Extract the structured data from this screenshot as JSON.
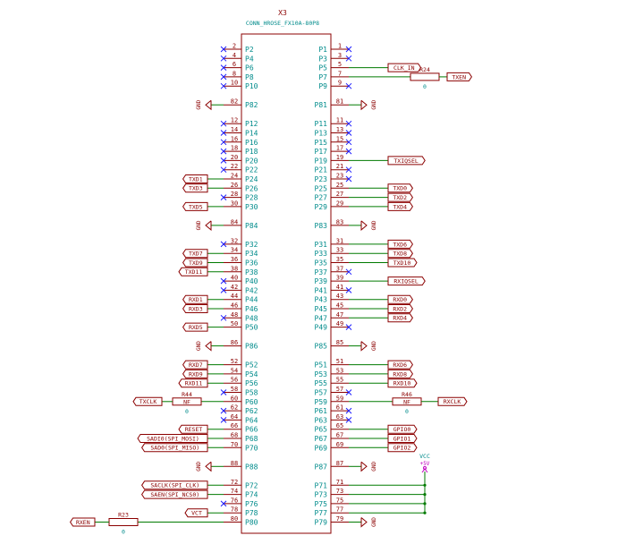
{
  "component": {
    "ref": "X3",
    "value": "CONN_HROSE_FX10A-80P8"
  },
  "left_pins": [
    {
      "num": "2",
      "name": "P2",
      "nc": true
    },
    {
      "num": "4",
      "name": "P4",
      "nc": true
    },
    {
      "num": "6",
      "name": "P6",
      "nc": true
    },
    {
      "num": "8",
      "name": "P8",
      "nc": true
    },
    {
      "num": "10",
      "name": "P10",
      "nc": true
    },
    {
      "num": "82",
      "name": "P82",
      "power": "GND"
    },
    {
      "num": "12",
      "name": "P12",
      "nc": true
    },
    {
      "num": "14",
      "name": "P14",
      "nc": true
    },
    {
      "num": "16",
      "name": "P16",
      "nc": true
    },
    {
      "num": "18",
      "name": "P18",
      "nc": true
    },
    {
      "num": "20",
      "name": "P20",
      "nc": true
    },
    {
      "num": "22",
      "name": "P22",
      "nc": true
    },
    {
      "num": "24",
      "name": "P24",
      "label": "TXD1"
    },
    {
      "num": "26",
      "name": "P26",
      "label": "TXD3"
    },
    {
      "num": "28",
      "name": "P28",
      "nc": true
    },
    {
      "num": "30",
      "name": "P30",
      "label": "TXD5"
    },
    {
      "num": "84",
      "name": "P84",
      "power": "GND"
    },
    {
      "num": "32",
      "name": "P32",
      "nc": true
    },
    {
      "num": "34",
      "name": "P34",
      "label": "TXD7"
    },
    {
      "num": "36",
      "name": "P36",
      "label": "TXD9"
    },
    {
      "num": "38",
      "name": "P38",
      "label": "TXD11"
    },
    {
      "num": "40",
      "name": "P40",
      "nc": true
    },
    {
      "num": "42",
      "name": "P42",
      "nc": true
    },
    {
      "num": "44",
      "name": "P44",
      "label": "RXD1"
    },
    {
      "num": "46",
      "name": "P46",
      "label": "RXD3"
    },
    {
      "num": "48",
      "name": "P48",
      "nc": true
    },
    {
      "num": "50",
      "name": "P50",
      "label": "RXD5"
    },
    {
      "num": "86",
      "name": "P86",
      "power": "GND"
    },
    {
      "num": "52",
      "name": "P52",
      "label": "RXD7"
    },
    {
      "num": "54",
      "name": "P54",
      "label": "RXD9"
    },
    {
      "num": "56",
      "name": "P56",
      "label": "RXD11"
    },
    {
      "num": "58",
      "name": "P58",
      "nc": true
    },
    {
      "num": "60",
      "name": "P60",
      "resistor": {
        "ref": "R44",
        "val": "NF",
        "sub": "0"
      },
      "label": "TXCLK"
    },
    {
      "num": "62",
      "name": "P62",
      "nc": true
    },
    {
      "num": "64",
      "name": "P64",
      "nc": true
    },
    {
      "num": "66",
      "name": "P66",
      "label": "RESET"
    },
    {
      "num": "68",
      "name": "P68",
      "label": "SADI0(SPI_MOSI)"
    },
    {
      "num": "70",
      "name": "P70",
      "label": "SAD0(SPI_MISO)"
    },
    {
      "num": "88",
      "name": "P88",
      "power": "GND"
    },
    {
      "num": "72",
      "name": "P72",
      "label": "SACLK(SPI_CLK)"
    },
    {
      "num": "74",
      "name": "P74",
      "label": "SAEN(SPI_NCS0)"
    },
    {
      "num": "76",
      "name": "P76",
      "nc": true
    },
    {
      "num": "78",
      "name": "P78",
      "label": "VCT"
    },
    {
      "num": "80",
      "name": "P80",
      "resistor": {
        "ref": "R23",
        "val": "",
        "sub": "0"
      },
      "label": "RXEN"
    }
  ],
  "right_pins": [
    {
      "num": "1",
      "name": "P1",
      "nc": true
    },
    {
      "num": "3",
      "name": "P3",
      "nc": true
    },
    {
      "num": "5",
      "name": "P5",
      "label": "CLK_IN"
    },
    {
      "num": "7",
      "name": "P7",
      "resistor": {
        "ref": "R24",
        "val": "",
        "sub": "0"
      },
      "label": "TXEN"
    },
    {
      "num": "9",
      "name": "P9",
      "nc": true
    },
    {
      "num": "81",
      "name": "P81",
      "power": "GND"
    },
    {
      "num": "11",
      "name": "P11",
      "nc": true
    },
    {
      "num": "13",
      "name": "P13",
      "nc": true
    },
    {
      "num": "15",
      "name": "P15",
      "nc": true
    },
    {
      "num": "17",
      "name": "P17",
      "nc": true
    },
    {
      "num": "19",
      "name": "P19",
      "label": "TXIQSEL"
    },
    {
      "num": "21",
      "name": "P21",
      "nc": true
    },
    {
      "num": "23",
      "name": "P23",
      "nc": true
    },
    {
      "num": "25",
      "name": "P25",
      "label": "TXD0"
    },
    {
      "num": "27",
      "name": "P27",
      "label": "TXD2"
    },
    {
      "num": "29",
      "name": "P29",
      "label": "TXD4"
    },
    {
      "num": "83",
      "name": "P83",
      "power": "GND"
    },
    {
      "num": "31",
      "name": "P31",
      "label": "TXD6"
    },
    {
      "num": "33",
      "name": "P33",
      "label": "TXD8"
    },
    {
      "num": "35",
      "name": "P35",
      "label": "TXD10"
    },
    {
      "num": "37",
      "name": "P37",
      "nc": true
    },
    {
      "num": "39",
      "name": "P39",
      "label": "RXIQSEL"
    },
    {
      "num": "41",
      "name": "P41",
      "nc": true
    },
    {
      "num": "43",
      "name": "P43",
      "label": "RXD0"
    },
    {
      "num": "45",
      "name": "P45",
      "label": "RXD2"
    },
    {
      "num": "47",
      "name": "P47",
      "label": "RXD4"
    },
    {
      "num": "49",
      "name": "P49",
      "nc": true
    },
    {
      "num": "85",
      "name": "P85",
      "power": "GND"
    },
    {
      "num": "51",
      "name": "P51",
      "label": "RXD6"
    },
    {
      "num": "53",
      "name": "P53",
      "label": "RXD8"
    },
    {
      "num": "55",
      "name": "P55",
      "label": "RXD10"
    },
    {
      "num": "57",
      "name": "P57",
      "nc": true
    },
    {
      "num": "59",
      "name": "P59",
      "resistor": {
        "ref": "R46",
        "val": "NF",
        "sub": "0"
      },
      "label": "RXCLK"
    },
    {
      "num": "61",
      "name": "P61",
      "nc": true
    },
    {
      "num": "63",
      "name": "P63",
      "nc": true
    },
    {
      "num": "65",
      "name": "P65",
      "label": "GPIO0"
    },
    {
      "num": "67",
      "name": "P67",
      "label": "GPIO1"
    },
    {
      "num": "69",
      "name": "P69",
      "label": "GPIO2"
    },
    {
      "num": "87",
      "name": "P87",
      "power": "GND"
    },
    {
      "num": "71",
      "name": "P71",
      "vcc": true
    },
    {
      "num": "73",
      "name": "P73",
      "vcc": true
    },
    {
      "num": "75",
      "name": "P75",
      "vcc": true
    },
    {
      "num": "77",
      "name": "P77",
      "vcc": true
    },
    {
      "num": "79",
      "name": "P79",
      "power": "GND"
    }
  ],
  "vcc": {
    "name": "VCC",
    "sub": "+5V"
  },
  "colors": {
    "wire": "#007a00",
    "body": "#8b0000",
    "pin_text": "#008b8b",
    "nc": "#1c1cff",
    "vcc": "#c000c0"
  }
}
